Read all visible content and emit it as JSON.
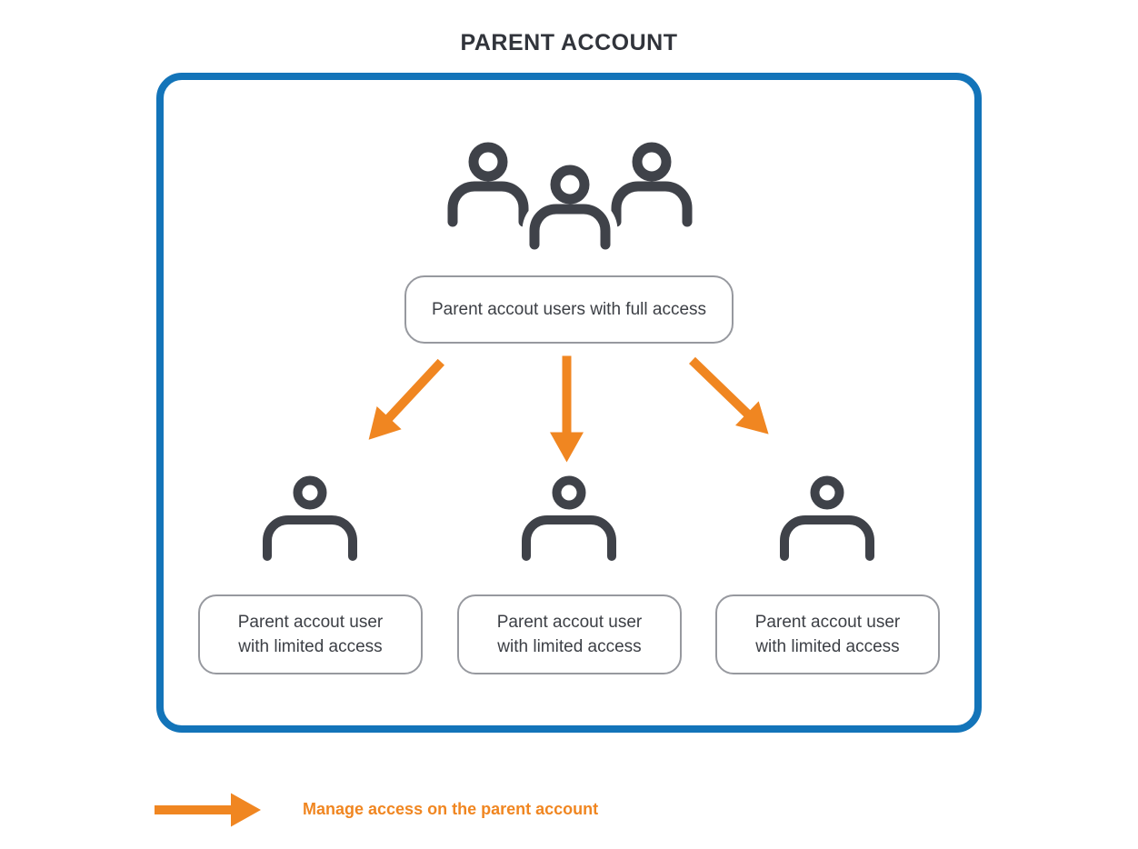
{
  "title": "PARENT ACCOUNT",
  "colors": {
    "panel_border_blue": "#1374B9",
    "arrow_orange": "#F08621",
    "icon_dark_gray": "#3F4249",
    "label_box_border_gray": "#97999F",
    "label_text_dark": "#3C3F45"
  },
  "parent_group": {
    "icon": "users-group-icon",
    "label": "Parent accout users with full access"
  },
  "children": [
    {
      "icon": "user-icon",
      "label": "Parent accout user\nwith limited access"
    },
    {
      "icon": "user-icon",
      "label": "Parent accout user\nwith limited access"
    },
    {
      "icon": "user-icon",
      "label": "Parent accout user\nwith limited access"
    }
  ],
  "arrows": [
    {
      "icon": "arrow-down-left-icon"
    },
    {
      "icon": "arrow-down-icon"
    },
    {
      "icon": "arrow-down-right-icon"
    }
  ],
  "legend": {
    "icon": "arrow-right-icon",
    "label": "Manage access on the parent account"
  }
}
